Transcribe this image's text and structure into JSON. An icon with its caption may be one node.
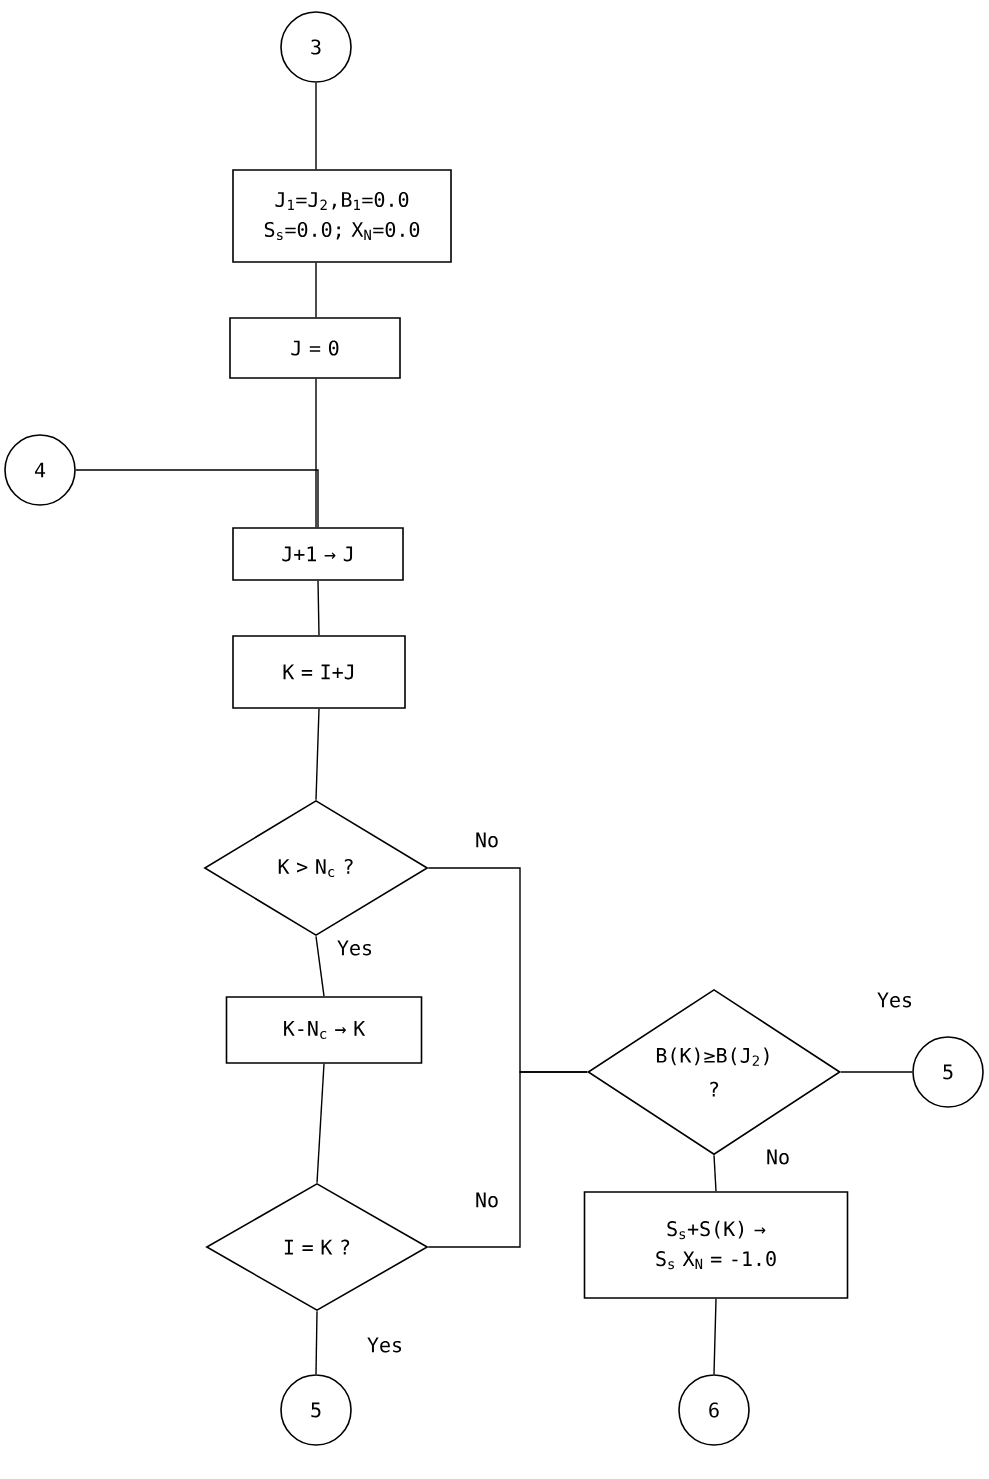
{
  "diagram": {
    "nodes": [
      {
        "text": [
          "3"
        ]
      },
      {
        "text": [
          "J$_{1}$=J$_{2}$,B$_{1}$=0.0 S$_{s}$=0.0; X$_{N}$=0.0"
        ]
      },
      {
        "text": [
          "J = 0"
        ]
      },
      {
        "text": [
          "4"
        ]
      },
      {
        "text": [
          "J+1 → J"
        ]
      },
      {
        "text": [
          "K = I+J"
        ]
      },
      {
        "text": [
          "K > N$_{c}$ ?"
        ]
      },
      {
        "text": [
          "K-N$_{c}$ → K"
        ]
      },
      {
        "text": [
          "I = K ?"
        ]
      },
      {
        "text": [
          "5"
        ]
      },
      {
        "text": [
          "B(K)≥B(J$_{2}$) ?"
        ]
      },
      {
        "text": [
          "5"
        ]
      },
      {
        "text": [
          "S$_{s}$+S(K) → S$_{s}$ X$_{N}$ = -1.0"
        ]
      },
      {
        "text": [
          "6"
        ]
      }
    ],
    "edges": [
      {
        "from": 0,
        "to": 1,
        "arrow": "none"
      },
      {
        "from": 1,
        "to": 2,
        "arrow": "none"
      },
      {
        "from": 2,
        "to": 4,
        "arrow": "none"
      },
      {
        "from": 3,
        "to": 4,
        "arrow": "none"
      },
      {
        "from": 4,
        "to": 5,
        "arrow": "none"
      },
      {
        "from": 5,
        "to": 6,
        "arrow": "none"
      },
      {
        "from": 6,
        "to": 7,
        "arrow": "none",
        "label": "Yes"
      },
      {
        "from": 6,
        "to": 10,
        "arrow": "none",
        "label": "No"
      },
      {
        "from": 7,
        "to": 8,
        "arrow": "none"
      },
      {
        "from": 8,
        "to": 9,
        "arrow": "none",
        "label": "Yes"
      },
      {
        "from": 8,
        "to": 10,
        "arrow": "none",
        "label": "No"
      },
      {
        "from": 10,
        "to": 11,
        "arrow": "none",
        "label": "Yes"
      },
      {
        "from": 10,
        "to": 12,
        "arrow": "none",
        "label": "No"
      },
      {
        "from": 12,
        "to": 13,
        "arrow": "none"
      }
    ]
  }
}
